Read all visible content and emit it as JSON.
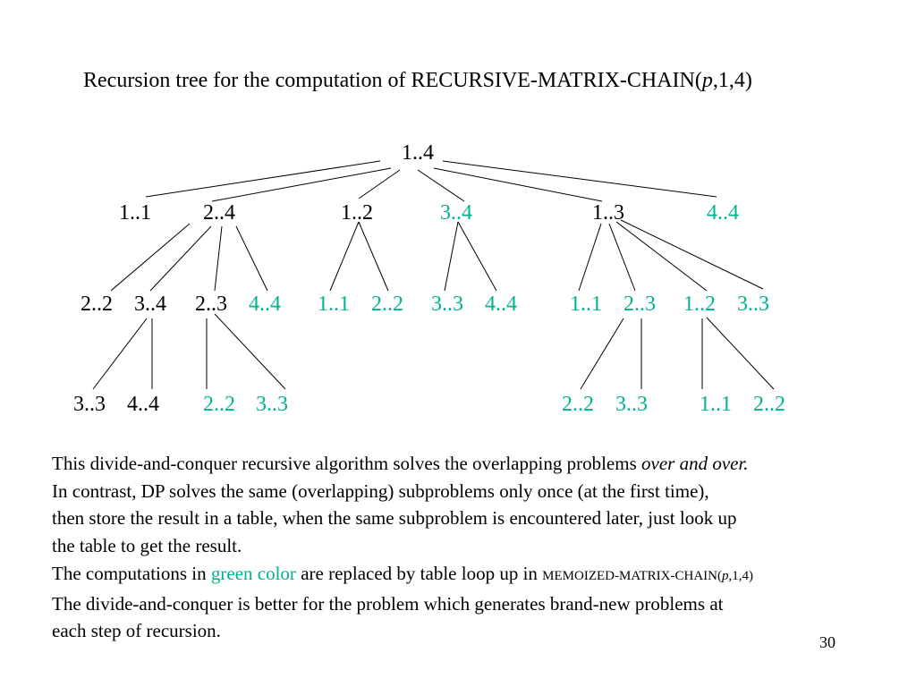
{
  "title": {
    "prefix": "Recursion tree for the computation of RECURSIVE-MATRIX-CHAIN(",
    "p": "p",
    "suffix": ",1,4)"
  },
  "colors": {
    "reused": "#00b38f",
    "normal": "#000000"
  },
  "tree": {
    "root": {
      "label": "1..4"
    },
    "level1": [
      {
        "label": "1..1",
        "reused": false
      },
      {
        "label": "2..4",
        "reused": false
      },
      {
        "label": "1..2",
        "reused": false
      },
      {
        "label": "3..4",
        "reused": true
      },
      {
        "label": "1..3",
        "reused": false
      },
      {
        "label": "4..4",
        "reused": true
      }
    ],
    "level2": [
      {
        "label": "2..2",
        "reused": false
      },
      {
        "label": "3..4",
        "reused": false
      },
      {
        "label": "2..3",
        "reused": false
      },
      {
        "label": "4..4",
        "reused": true
      },
      {
        "label": "1..1",
        "reused": true
      },
      {
        "label": "2..2",
        "reused": true
      },
      {
        "label": "3..3",
        "reused": true
      },
      {
        "label": "4..4",
        "reused": true
      },
      {
        "label": "1..1",
        "reused": true
      },
      {
        "label": "2..3",
        "reused": true
      },
      {
        "label": "1..2",
        "reused": true
      },
      {
        "label": "3..3",
        "reused": true
      }
    ],
    "level3": [
      {
        "label": "3..3",
        "reused": false
      },
      {
        "label": "4..4",
        "reused": false
      },
      {
        "label": "2..2",
        "reused": true
      },
      {
        "label": "3..3",
        "reused": true
      },
      {
        "label": "2..2",
        "reused": true
      },
      {
        "label": "3..3",
        "reused": true
      },
      {
        "label": "1..1",
        "reused": true
      },
      {
        "label": "2..2",
        "reused": true
      }
    ]
  },
  "paragraph": {
    "line1_main": "This divide-and-conquer recursive algorithm solves the overlapping problems ",
    "line1_italic": "over and over.",
    "line2": "In contrast, DP solves the same (overlapping) subproblems only once (at the first time),",
    "line3": "then store the result in a table,  when the same subproblem is encountered later,  just look up",
    "line4": "the table to get the result.",
    "line5_prefix": "The computations in ",
    "line5_green": "green color",
    "line5_mid": " are replaced by table loop up in ",
    "line5_small_prefix": "MEMOIZED-MATRIX-CHAIN(",
    "line5_small_p": "p",
    "line5_small_suffix": ",1,4)",
    "line6": "The divide-and-conquer is better for the problem which generates brand-new problems at",
    "line7": "each step of recursion."
  },
  "slide_number": "30"
}
